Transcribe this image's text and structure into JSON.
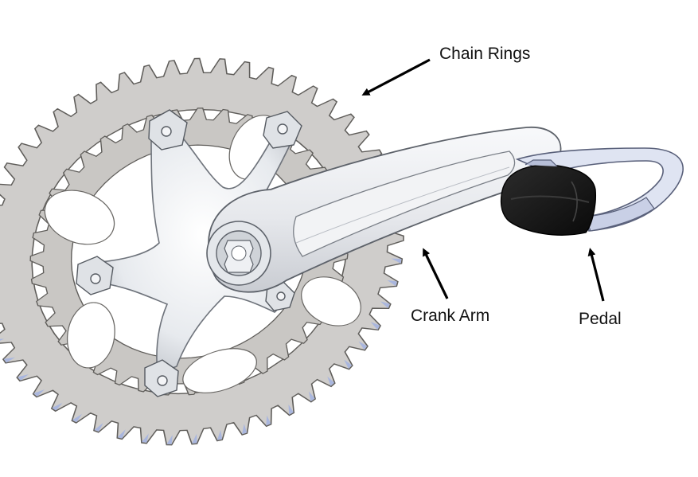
{
  "labels": {
    "chain_rings": "Chain Rings",
    "crank_arm": "Crank Arm",
    "pedal": "Pedal"
  },
  "colors": {
    "ring_fill": "#cfcdcb",
    "ring_edge": "#6a6865",
    "tooth_blue": "#a9b6de",
    "spider": "#eef0f2",
    "pedal_body": "#1e1e1e",
    "arrow": "#000000"
  },
  "parts": {
    "outer_ring_teeth": 53,
    "inner_ring_teeth": 39,
    "spider_arms": 5
  }
}
